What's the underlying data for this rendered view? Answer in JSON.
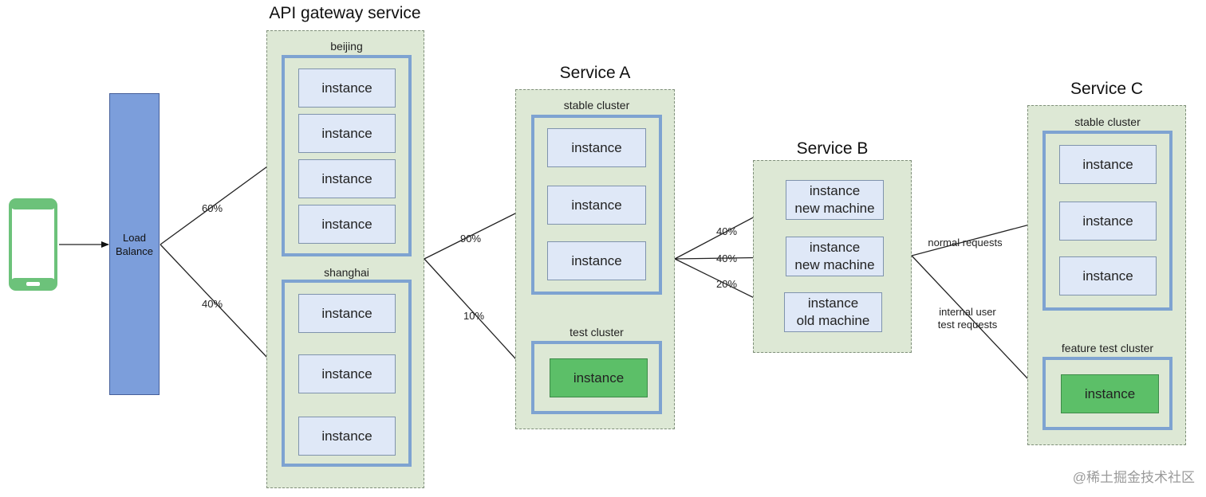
{
  "load_balancer": {
    "label_line1": "Load",
    "label_line2": "Balance"
  },
  "gateway": {
    "title": "API gateway service",
    "beijing": {
      "label": "beijing",
      "instances": [
        "instance",
        "instance",
        "instance",
        "instance"
      ]
    },
    "shanghai": {
      "label": "shanghai",
      "instances": [
        "instance",
        "instance",
        "instance"
      ]
    }
  },
  "service_a": {
    "title": "Service A",
    "stable": {
      "label": "stable cluster",
      "instances": [
        "instance",
        "instance",
        "instance"
      ]
    },
    "test": {
      "label": "test cluster",
      "instance": "instance"
    }
  },
  "service_b": {
    "title": "Service B",
    "instances": [
      {
        "line1": "instance",
        "line2": "new machine"
      },
      {
        "line1": "instance",
        "line2": "new machine"
      },
      {
        "line1": "instance",
        "line2": "old machine"
      }
    ]
  },
  "service_c": {
    "title": "Service C",
    "stable": {
      "label": "stable cluster",
      "instances": [
        "instance",
        "instance",
        "instance"
      ]
    },
    "feature": {
      "label": "feature test cluster",
      "instance": "instance"
    }
  },
  "edges": {
    "lb_to_beijing": "60%",
    "lb_to_shanghai": "40%",
    "gw_to_stable": "90%",
    "gw_to_test": "10%",
    "a_to_b1": "40%",
    "a_to_b2": "40%",
    "a_to_b3": "20%",
    "b_to_c_stable": "normal requests",
    "b_to_c_feature_line1": "internal user",
    "b_to_c_feature_line2": "test requests"
  },
  "watermark": "@稀土掘金技术社区",
  "colors": {
    "service_bg": "#dde8d5",
    "cluster_border": "#7ea3d1",
    "instance_bg": "#dfe8f7",
    "test_instance": "#5cbf68",
    "load_balancer": "#7c9edb",
    "phone": "#6cc27a"
  }
}
